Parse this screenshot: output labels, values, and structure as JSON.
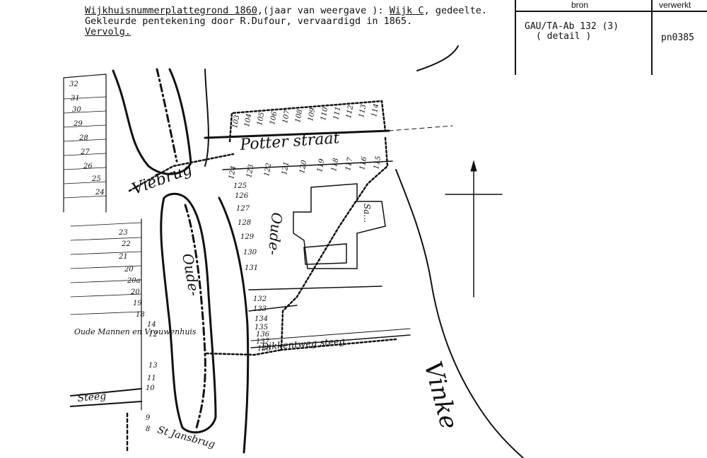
{
  "header": {
    "line1_title": "Wijkhuisnummerplattegrond 1860",
    "line1_mid": ",(jaar van weergave ): ",
    "line1_wijk": "Wijk C",
    "line1_end": ", gedeelte.",
    "line2": "Gekleurde pentekening door R.Dufour, vervaardigd in 1865.",
    "line3": "Vervolg."
  },
  "source_table": {
    "col1_header": "bron",
    "col2_header": "verwerkt",
    "bron_line1": "GAU/TA-Ab 132 (3)",
    "bron_line2": "( detail )",
    "verwerkt": "pn0385"
  },
  "map": {
    "street_labels": [
      "Potter straat",
      "Viebrug",
      "Oude-",
      "Oude Mannen en Vrouwenhuis",
      "Steeg",
      "Dikkentweg steeg",
      "Oude-",
      "St Jansbrug",
      "Vinke",
      "Sa..."
    ],
    "house_numbers_top": [
      "103",
      "104",
      "105",
      "106",
      "107",
      "108",
      "109",
      "110",
      "111",
      "112",
      "113",
      "114"
    ],
    "house_numbers_row": [
      "124",
      "123",
      "122",
      "121",
      "120",
      "119",
      "118",
      "117",
      "116",
      "115"
    ],
    "house_numbers_left_col": [
      "32",
      "31",
      "30",
      "29",
      "28",
      "27",
      "26",
      "25",
      "24"
    ],
    "house_numbers_left_lower": [
      "23",
      "22",
      "21",
      "20",
      "20a",
      "20",
      "19",
      "18",
      "14",
      "12",
      "13",
      "11",
      "10",
      "9",
      "8"
    ],
    "house_numbers_mid": [
      "125",
      "126",
      "127",
      "128",
      "129",
      "130",
      "131"
    ],
    "house_numbers_low": [
      "132",
      "133",
      "134",
      "135",
      "136",
      "137",
      "138"
    ]
  }
}
